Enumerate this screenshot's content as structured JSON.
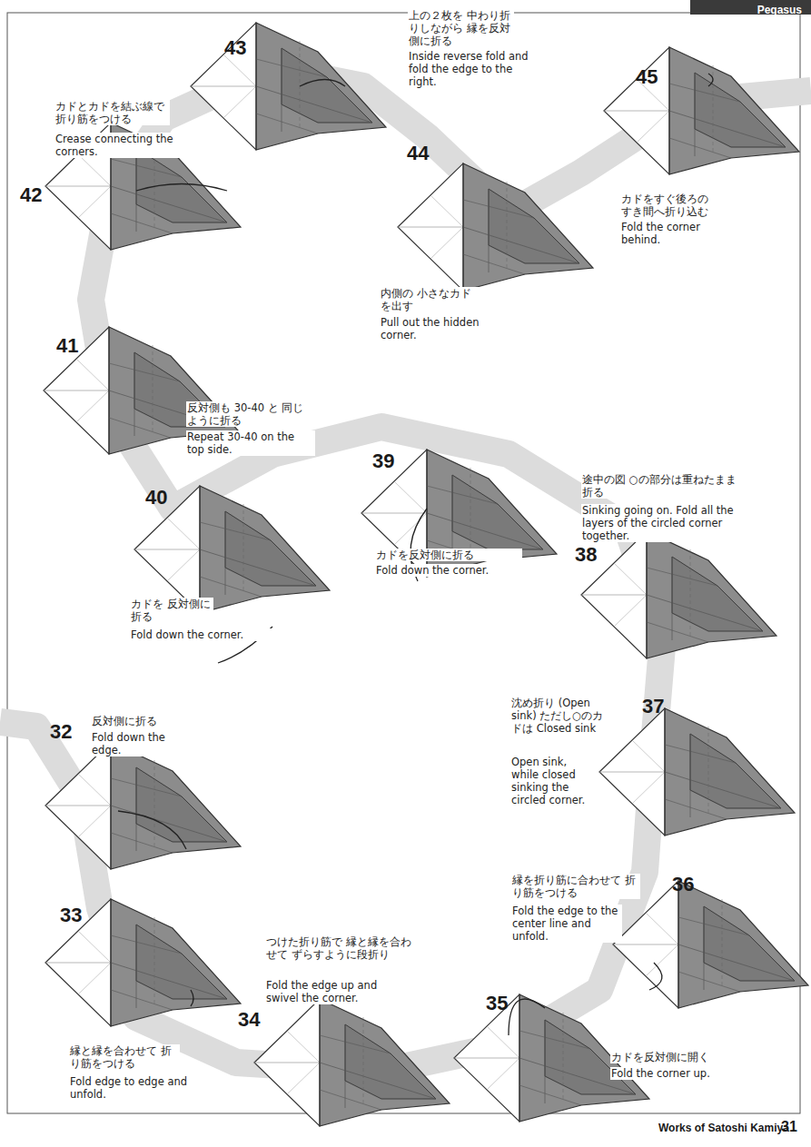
{
  "diagram": {
    "title": "Pegasus",
    "labels": [
      "43",
      "上の２枚を 中わり折りしながら 縁を反対側に折る",
      "Inside reverse fold and fold the edge to the right.",
      "45",
      "カドとカドを結ぶ線で 折り筋をつける",
      "Crease connecting the corners.",
      "42",
      "44",
      "内側の 小さなカドを出す",
      "Pull out the hidden corner.",
      "カドをすぐ後ろの すき間へ折り込む",
      "Fold the corner behind.",
      "41",
      "反対側も 30-40 と 同じように折る",
      "Repeat 30-40 on the top side.",
      "40",
      "39",
      "途中の図 ○の部分は重ねたまま折る",
      "Sinking going on. Fold all the layers of the circled corner together.",
      "38",
      "カドを 反対側に折る",
      "Fold down the corner.",
      "カドを反対側に折る",
      "Fold down the corner.",
      "沈め折り (Open sink) ただし○のカドは Closed sink",
      "37",
      "Open sink, while closed sinking the circled corner.",
      "縁を折り筋に合わせて 折り筋をつける",
      "36",
      "Fold the edge to the center line and unfold.",
      "32",
      "反対側に折る",
      "Fold down the edge.",
      "33",
      "34",
      "つけた折り筋で 縁と縁を合わせて ずらすように段折り",
      "Fold the edge up and swivel the corner.",
      "35",
      "カドを反対側に開く",
      "Fold the corner up.",
      "縁と縁を合わせて 折り筋をつける",
      "Fold edge to edge and unfold.",
      "Works of Satoshi Kamiya",
      "31"
    ]
  }
}
